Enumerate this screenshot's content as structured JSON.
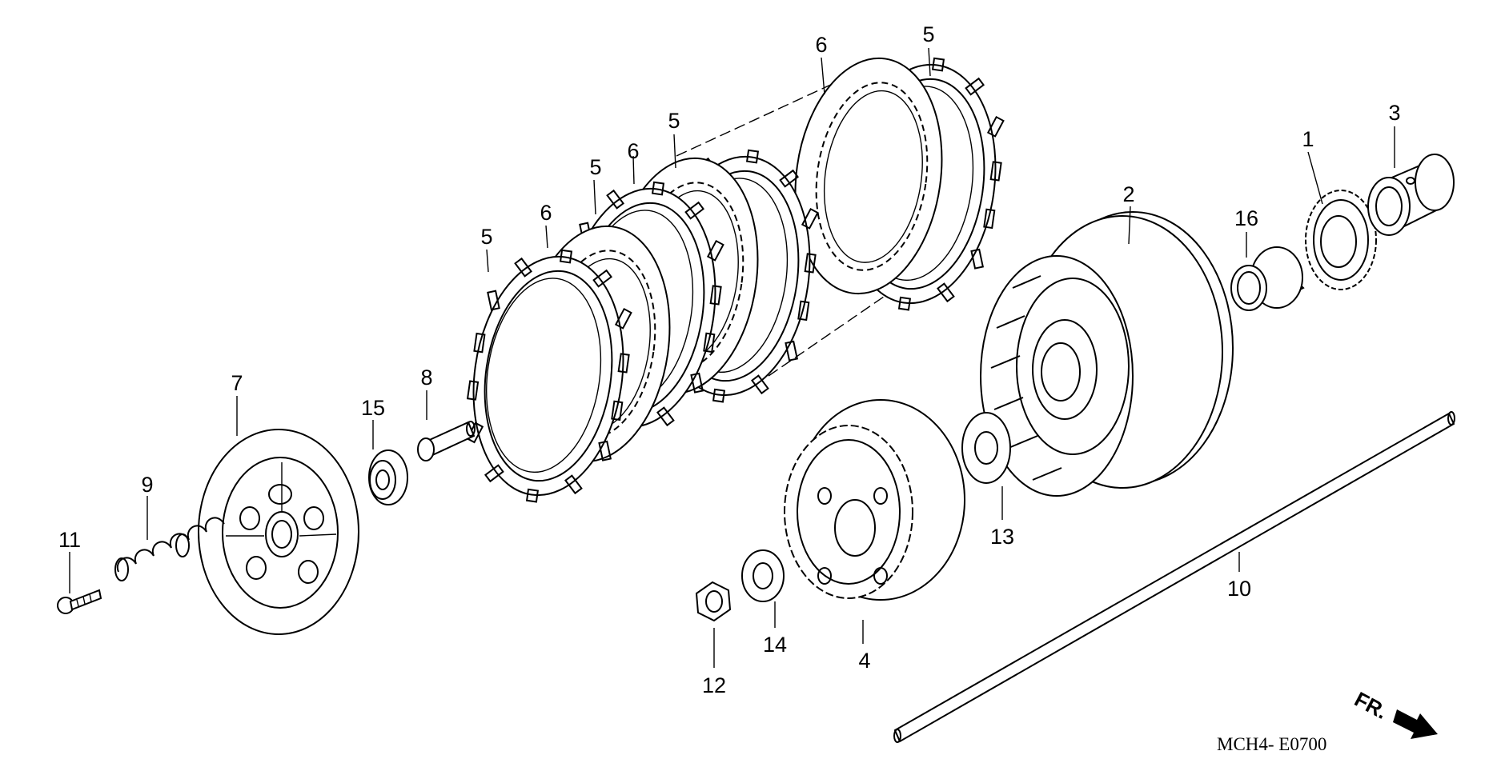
{
  "diagram_code": "MCH4- E0700",
  "direction_label": "FR.",
  "parts": [
    {
      "id": "part-1",
      "label": "1"
    },
    {
      "id": "part-2",
      "label": "2"
    },
    {
      "id": "part-3",
      "label": "3"
    },
    {
      "id": "part-4",
      "label": "4"
    },
    {
      "id": "part-5a",
      "label": "5"
    },
    {
      "id": "part-5b",
      "label": "5"
    },
    {
      "id": "part-5c",
      "label": "5"
    },
    {
      "id": "part-5d",
      "label": "5"
    },
    {
      "id": "part-6a",
      "label": "6"
    },
    {
      "id": "part-6b",
      "label": "6"
    },
    {
      "id": "part-6c",
      "label": "6"
    },
    {
      "id": "part-7",
      "label": "7"
    },
    {
      "id": "part-8",
      "label": "8"
    },
    {
      "id": "part-9",
      "label": "9"
    },
    {
      "id": "part-10",
      "label": "10"
    },
    {
      "id": "part-11",
      "label": "11"
    },
    {
      "id": "part-12",
      "label": "12"
    },
    {
      "id": "part-13",
      "label": "13"
    },
    {
      "id": "part-14",
      "label": "14"
    },
    {
      "id": "part-15",
      "label": "15"
    },
    {
      "id": "part-16",
      "label": "16"
    }
  ]
}
